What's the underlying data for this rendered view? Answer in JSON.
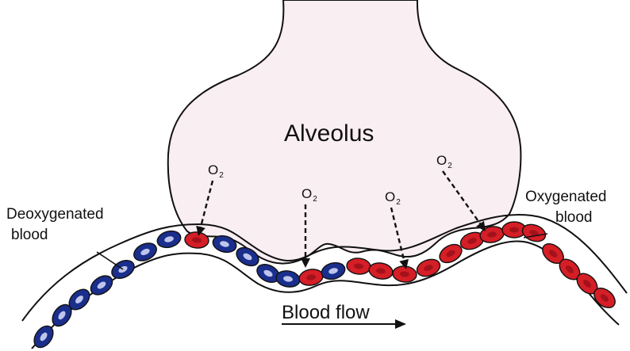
{
  "title": "Alveolus",
  "labels": {
    "deoxygenated": [
      "Deoxygenated",
      "blood"
    ],
    "oxygenated": [
      "Oxygenated",
      "blood"
    ],
    "blood_flow": "Blood flow"
  },
  "o2_label": {
    "base": "O",
    "sub": "2"
  },
  "o2_arrow_count": 4,
  "colors": {
    "alveolus_fill": "#f9eef2",
    "outline": "#111111",
    "deoxygenated_cell": "#1a2e8c",
    "oxygenated_cell": "#d51e26",
    "cell_core_deoxy": "#cfd6f7",
    "cell_core_oxy": "#7a0a10"
  }
}
